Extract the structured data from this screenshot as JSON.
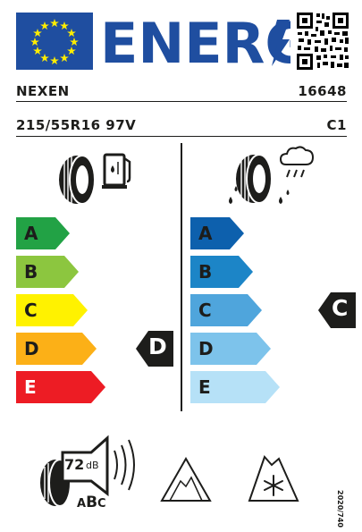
{
  "header": {
    "eu_flag_icon": "eu-flag-icon",
    "energy_title": "ENERG",
    "qr_icon": "qr-code-icon"
  },
  "product": {
    "brand": "NEXEN",
    "type_id": "16648",
    "tyre_size": "215/55R16 97V",
    "tyre_class": "C1"
  },
  "fuel_efficiency": {
    "icon": "tyre-fuel-pump-icon",
    "scale": [
      "A",
      "B",
      "C",
      "D",
      "E"
    ],
    "colors": [
      "#22a245",
      "#8cc63f",
      "#fff200",
      "#fcb017",
      "#ed1c24"
    ],
    "grade": "D"
  },
  "wet_grip": {
    "icon": "tyre-rain-cloud-icon",
    "scale": [
      "A",
      "B",
      "C",
      "D",
      "E"
    ],
    "colors": [
      "#0d60ad",
      "#1c85c7",
      "#4fa5dc",
      "#7dc3eb",
      "#b6e1f7"
    ],
    "grade": "C"
  },
  "noise": {
    "icon": "tyre-speaker-icon",
    "value": "72",
    "unit": "dB",
    "class_letters": [
      "A",
      "B",
      "C"
    ]
  },
  "snow_icon": "mountain-snowflake-icon",
  "ice_icon": "mountain-icon",
  "regulation": "2020/740"
}
